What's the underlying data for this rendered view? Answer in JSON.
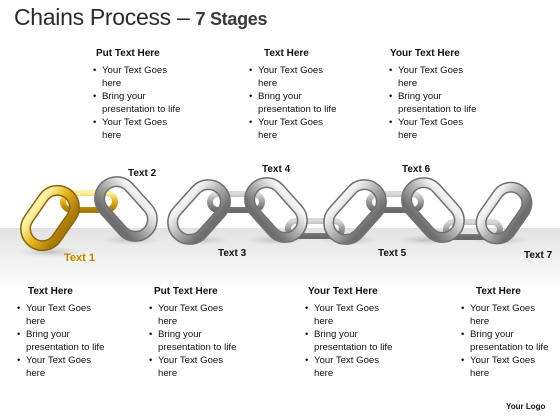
{
  "title": {
    "main": "Chains Process – ",
    "sub": "7 Stages"
  },
  "top_blocks": [
    {
      "heading": "Put Text Here",
      "items": [
        "Your Text Goes here",
        "Bring your presentation to life",
        "Your Text Goes here"
      ]
    },
    {
      "heading": "Text Here",
      "items": [
        "Your Text Goes here",
        "Bring your presentation to life",
        "Your Text Goes here"
      ]
    },
    {
      "heading": "Your Text Here",
      "items": [
        "Your Text Goes here",
        "Bring your presentation to life",
        "Your Text Goes here"
      ]
    }
  ],
  "bottom_blocks": [
    {
      "heading": "Text Here",
      "items": [
        "Your Text Goes here",
        "Bring your presentation to life",
        "Your Text Goes here"
      ]
    },
    {
      "heading": "Put Text Here",
      "items": [
        "Your Text Goes here",
        "Bring your presentation to life",
        "Your Text Goes here"
      ]
    },
    {
      "heading": "Your Text Here",
      "items": [
        "Your Text Goes here",
        "Bring your presentation to life",
        "Your Text Goes here"
      ]
    },
    {
      "heading": "Text Here",
      "items": [
        "Your Text Goes here",
        "Bring your presentation to life",
        "Your Text Goes here"
      ]
    }
  ],
  "stage_labels": [
    "Text 1",
    "Text 2",
    "Text 3",
    "Text 4",
    "Text 5",
    "Text 6",
    "Text 7"
  ],
  "logo": "Your Logo",
  "colors": {
    "gold": "#e8b820",
    "silver": "#a9a9a9",
    "title": "#2b2b2b"
  }
}
